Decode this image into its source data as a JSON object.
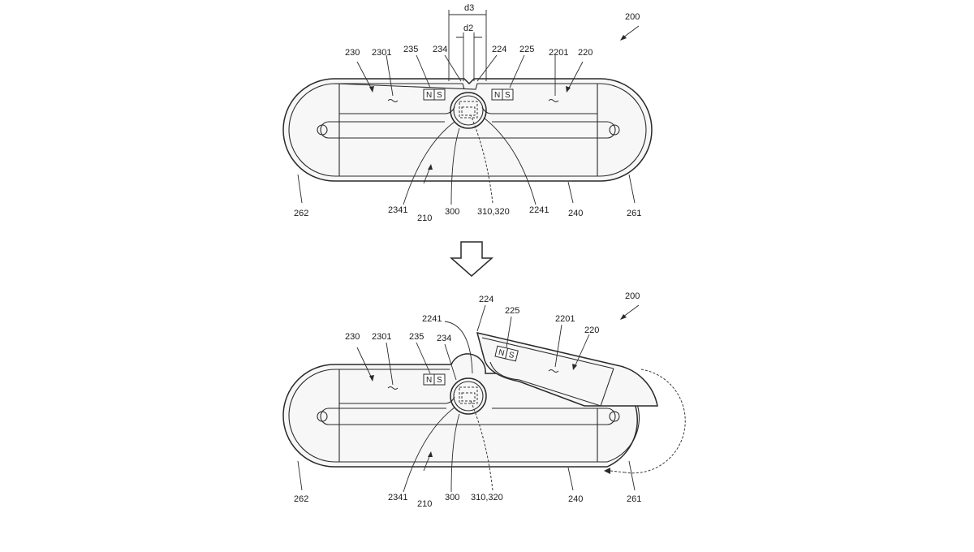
{
  "figure_ref": "200",
  "top": {
    "labels": {
      "l230": "230",
      "l2301": "2301",
      "l235": "235",
      "l234": "234",
      "l224": "224",
      "l225": "225",
      "l2201": "2201",
      "l220": "220",
      "l262": "262",
      "l2341": "2341",
      "l210": "210",
      "l300": "300",
      "l310": "310,320",
      "l2241": "2241",
      "l240": "240",
      "l261": "261",
      "d3": "d3",
      "d2": "d2"
    },
    "magnets": {
      "left_n": "N",
      "left_s": "S",
      "right_n": "N",
      "right_s": "S"
    }
  },
  "bottom": {
    "labels": {
      "l224": "224",
      "l225": "225",
      "l2201": "2201",
      "l220": "220",
      "l2241": "2241",
      "l230": "230",
      "l2301": "2301",
      "l235": "235",
      "l234": "234",
      "l262": "262",
      "l2341": "2341",
      "l210": "210",
      "l300": "300",
      "l310": "310,320",
      "l240": "240",
      "l261": "261"
    },
    "magnets": {
      "left_n": "N",
      "left_s": "S",
      "right_n": "N",
      "right_s": "S"
    }
  }
}
